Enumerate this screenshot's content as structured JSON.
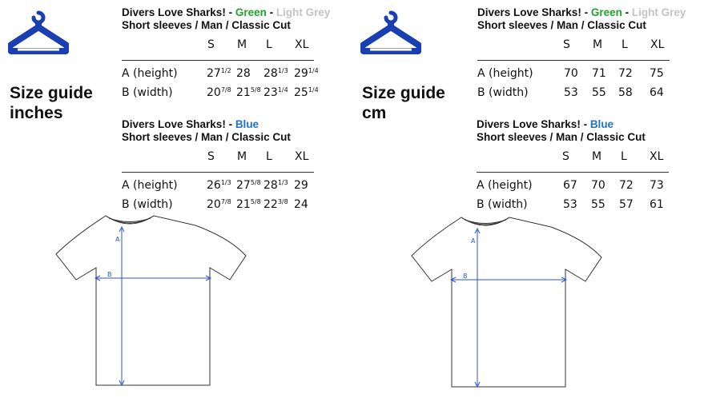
{
  "colors": {
    "hanger": "#1a3fb0",
    "green": "#1fa22e",
    "grey": "#c4c4c4",
    "blue": "#1e73c8",
    "measure_line": "#2a55c8"
  },
  "icons": {
    "hanger": "hanger-icon",
    "shirt": "tshirt-diagram"
  },
  "inches": {
    "title_line1": "Size guide",
    "title_line2": "inches",
    "table1": {
      "product": "Divers Love Sharks! - ",
      "color1": "Green",
      "sep": " - ",
      "color2": "Light Grey",
      "cut": "Short sleeves / Man / Classic Cut",
      "sizes": [
        "S",
        "M",
        "L",
        "XL"
      ],
      "row_a_label": "A (height)",
      "row_b_label": "B (width)",
      "row_a": [
        [
          "27",
          "1/2"
        ],
        [
          "28",
          ""
        ],
        [
          "28",
          "1/3"
        ],
        [
          "29",
          "1/4"
        ]
      ],
      "row_b": [
        [
          "20",
          "7/8"
        ],
        [
          "21",
          "5/8"
        ],
        [
          "23",
          "1/4"
        ],
        [
          "25",
          "1/4"
        ]
      ]
    },
    "table2": {
      "product": "Divers Love Sharks! - ",
      "color1": "Blue",
      "cut": "Short sleeves / Man / Classic Cut",
      "sizes": [
        "S",
        "M",
        "L",
        "XL"
      ],
      "row_a_label": "A (height)",
      "row_b_label": "B (width)",
      "row_a": [
        [
          "26",
          "1/3"
        ],
        [
          "27",
          "5/8"
        ],
        [
          "28",
          "1/3"
        ],
        [
          "29",
          ""
        ]
      ],
      "row_b": [
        [
          "20",
          "7/8"
        ],
        [
          "21",
          "5/8"
        ],
        [
          "22",
          "3/8"
        ],
        [
          "24",
          ""
        ]
      ]
    },
    "diagram": {
      "label_a": "A",
      "label_b": "B"
    }
  },
  "cm": {
    "title_line1": "Size guide",
    "title_line2": "cm",
    "table1": {
      "product": "Divers Love Sharks! - ",
      "color1": "Green",
      "sep": " - ",
      "color2": "Light Grey",
      "cut": "Short sleeves / Man / Classic Cut",
      "sizes": [
        "S",
        "M",
        "L",
        "XL"
      ],
      "row_a_label": "A (height)",
      "row_b_label": "B (width)",
      "row_a": [
        [
          "70",
          ""
        ],
        [
          "71",
          ""
        ],
        [
          "72",
          ""
        ],
        [
          "75",
          ""
        ]
      ],
      "row_b": [
        [
          "53",
          ""
        ],
        [
          "55",
          ""
        ],
        [
          "58",
          ""
        ],
        [
          "64",
          ""
        ]
      ]
    },
    "table2": {
      "product": "Divers Love Sharks! - ",
      "color1": "Blue",
      "cut": "Short sleeves / Man / Classic Cut",
      "sizes": [
        "S",
        "M",
        "L",
        "XL"
      ],
      "row_a_label": "A (height)",
      "row_b_label": "B (width)",
      "row_a": [
        [
          "67",
          ""
        ],
        [
          "70",
          ""
        ],
        [
          "72",
          ""
        ],
        [
          "73",
          ""
        ]
      ],
      "row_b": [
        [
          "53",
          ""
        ],
        [
          "55",
          ""
        ],
        [
          "57",
          ""
        ],
        [
          "61",
          ""
        ]
      ]
    },
    "diagram": {
      "label_a": "A",
      "label_b": "B"
    }
  }
}
